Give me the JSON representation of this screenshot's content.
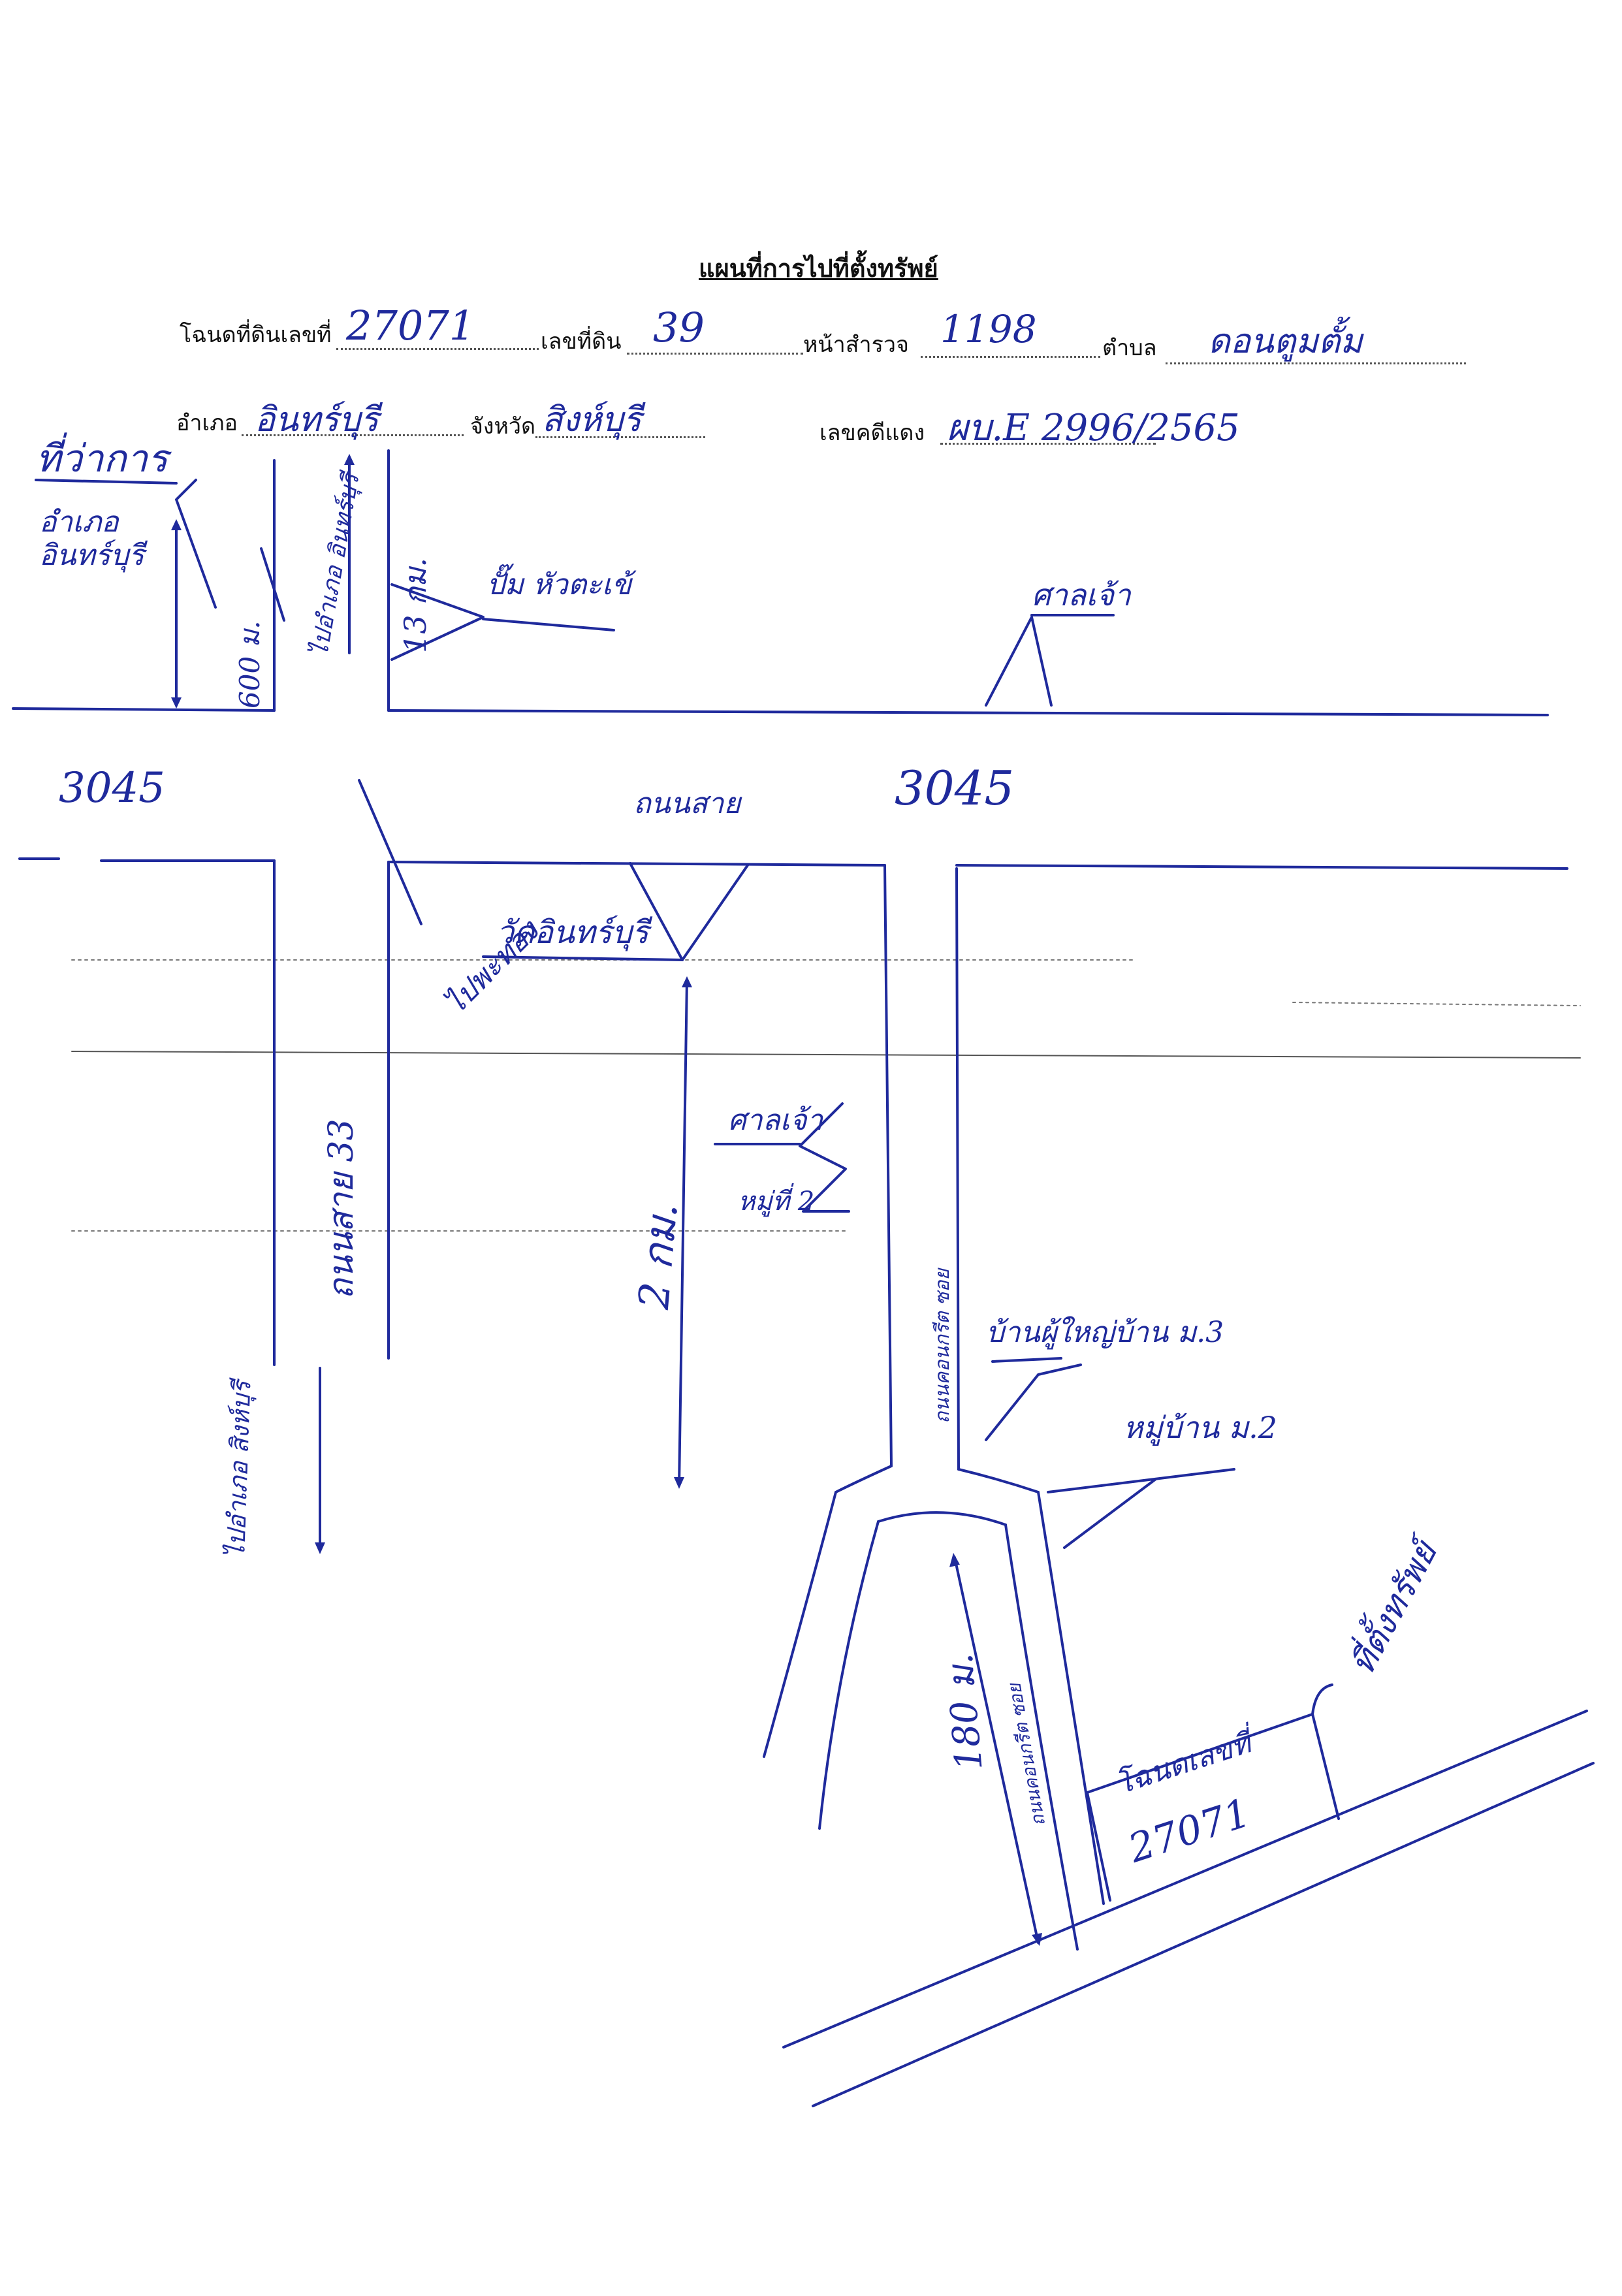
{
  "header": {
    "title": "แผนที่การไปที่ตั้งทรัพย์",
    "deed_label": "โฉนดที่ดินเลขที่",
    "deed_value": "27071",
    "land_no_label": "เลขที่ดิน",
    "land_no_value": "39",
    "survey_page_label": "หน้าสำรวจ",
    "survey_page_value": "1198",
    "subdistrict_label": "ตำบล",
    "subdistrict_value": "ดอนตูมตั้ม",
    "district_label": "อำเภอ",
    "district_value": "อินทร์บุรี",
    "province_label": "จังหวัด",
    "province_value": "สิงห์บุรี",
    "case_label": "เลขคดีแดง",
    "case_value": "ผบ.E 2996/2565"
  },
  "map": {
    "labels": {
      "office": "ที่ว่าการ",
      "district_office": "อำเภอ อินทร์บุรี",
      "dist_600": "600 ม.",
      "to_district": "ไปอำเภอ อินทร์บุรี",
      "dist_13km": "13 กม.",
      "pump": "ปั๊ม หัวตะเข้",
      "temple_top": "ศาลเจ้า",
      "road_3045_left": "3045",
      "road_3045_name": "ถนนสาย",
      "road_3045_right": "3045",
      "wat": "วัดอินทร์บุรี",
      "to_phaithong": "ไปพะทอง",
      "road_33": "ถนนสาย 33",
      "dist_2km": "2 กม.",
      "shrine": "ศาลเจ้า",
      "village_2": "หมู่ที่ 2",
      "lane_name": "ถนนคอนกรีต ซอย",
      "house_m3": "บ้านผู้ใหญ่บ้าน ม.3",
      "village_m2": "หมู่บ้าน ม.2",
      "to_singburi": "ไปอำเภอ สิงห์บุรี",
      "dist_180": "180 ม.",
      "lane_name_2": "ถนนคอนกรีต ซอย",
      "deed_box": "โฉนดเลขที่",
      "deed_box_no": "27071",
      "property": "ที่ตั้งทรัพย์"
    }
  }
}
